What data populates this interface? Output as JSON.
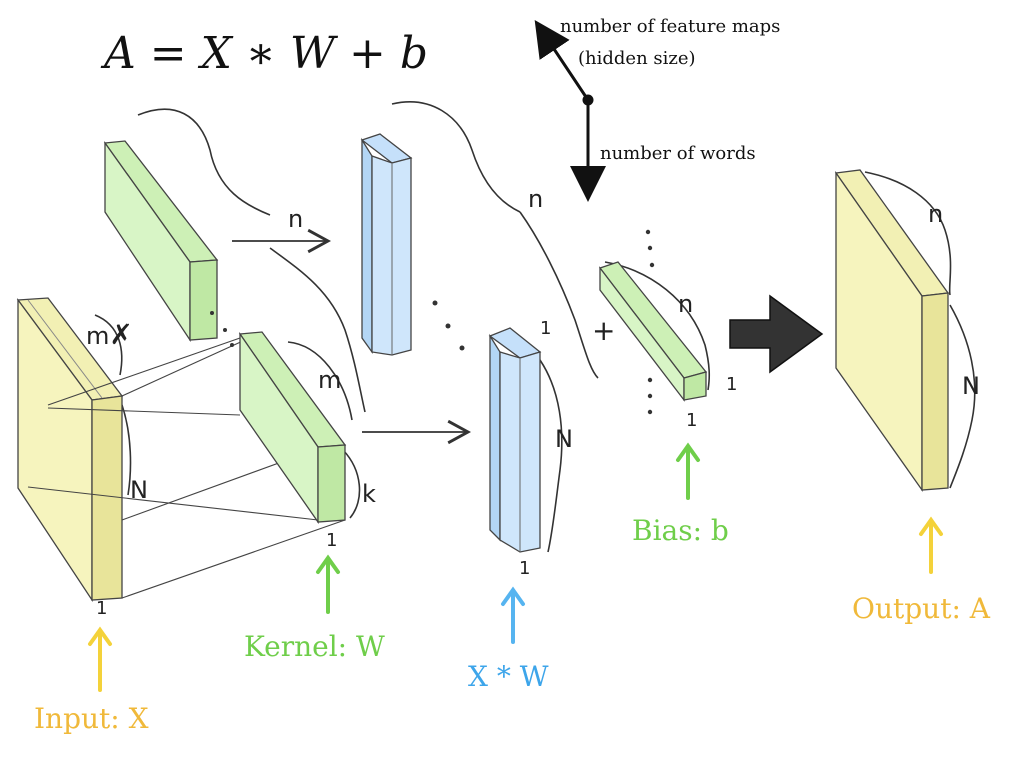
{
  "formula": "A = X ∗ W + b",
  "axes": {
    "feature_maps": "number of feature maps",
    "hidden_size": "(hidden size)",
    "words": "number of words"
  },
  "dims": {
    "m_x": "m",
    "m_kernel": "m",
    "k": "k",
    "one_input": "1",
    "one_kernel": "1",
    "one_xw_top": "1",
    "one_xw_bottom": "1",
    "one_bias_right": "1",
    "one_bias_bottom": "1",
    "n_arrow": "n",
    "n_top": "n",
    "n_bias": "n",
    "n_output": "n",
    "N_input": "N",
    "N_xw": "N",
    "N_output": "N",
    "plus": "+"
  },
  "captions": {
    "input": "Input: X",
    "kernel": "Kernel: W",
    "xw": "X * W",
    "bias": "Bias: b",
    "output": "Output: A"
  },
  "colors": {
    "input_yellow": "#f6f4be",
    "input_yellow_dark": "#e8e49a",
    "kernel_green": "#d8f5c6",
    "kernel_green_dark": "#bfe8a4",
    "xw_blue": "#cfe6fb",
    "xw_blue_dark": "#b3d6f5",
    "caption_orange": "#f0b93a",
    "caption_green": "#6fce4a",
    "caption_blue": "#3da5ea",
    "arrow_yellow": "#f4d23a",
    "arrow_green": "#6fce4a",
    "arrow_blue": "#56b4f0",
    "big_arrow": "#333333"
  }
}
